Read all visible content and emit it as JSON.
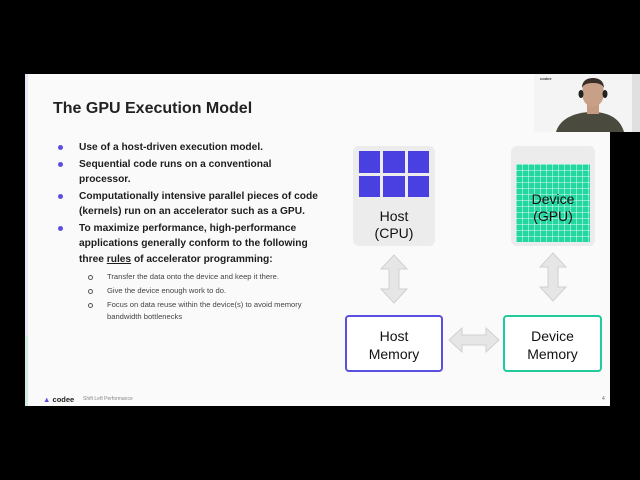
{
  "slide": {
    "title": "The GPU Execution Model",
    "bullets": [
      "Use of a host-driven execution model.",
      "Sequential code runs on a conventional processor.",
      "Computationally intensive parallel pieces of code (kernels) run on an accelerator such as a GPU."
    ],
    "bullet4": {
      "before": "To maximize performance, high-performance applications generally conform to the following three ",
      "underlined": "rules",
      "after": " of accelerator programming:"
    },
    "sub_bullets": [
      "Transfer the data onto the device and keep it there.",
      "Give the device enough work to do.",
      "Focus on data reuse within the device(s) to avoid memory bandwidth bottlenecks"
    ],
    "diagram": {
      "host_line1": "Host",
      "host_line2": "(CPU)",
      "device_line1": "Device",
      "device_line2": "(GPU)",
      "host_memory_line1": "Host",
      "host_memory_line2": "Memory",
      "device_memory_line1": "Device",
      "device_memory_line2": "Memory"
    },
    "footer": {
      "brand": "codee",
      "tagline": "Shift Left Performance",
      "page": "4"
    }
  },
  "webcam": {
    "brand": "codee"
  },
  "colors": {
    "accent_purple": "#5b4fe0",
    "accent_green": "#22d7a0",
    "background": "#000000",
    "slide_bg": "#fafafa"
  }
}
